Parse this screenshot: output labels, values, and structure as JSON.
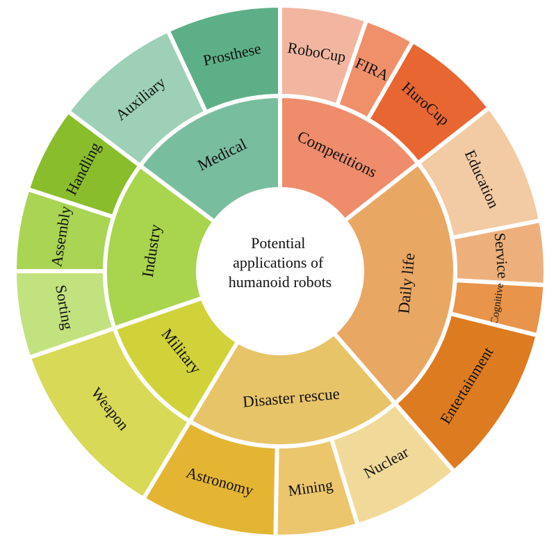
{
  "center_label": [
    "Potential",
    "applications of",
    "humanoid robots"
  ],
  "chart_data": {
    "type": "sunburst",
    "unit": "degrees of arc (clockwise from top)",
    "inner": [
      {
        "label": "Competitions",
        "start": 0,
        "end": 52,
        "color": "#ee8c6b"
      },
      {
        "label": "Daily life",
        "start": 52,
        "end": 139,
        "color": "#e9a764"
      },
      {
        "label": "Disaster rescue",
        "start": 139,
        "end": 211,
        "color": "#e8c468"
      },
      {
        "label": "Military",
        "start": 211,
        "end": 251,
        "color": "#d1d23a"
      },
      {
        "label": "Industry",
        "start": 251,
        "end": 307,
        "color": "#a9d44d"
      },
      {
        "label": "Medical",
        "start": 307,
        "end": 360,
        "color": "#79bd9f"
      }
    ],
    "outer": [
      {
        "label": "RoboCup",
        "parent": "Competitions",
        "start": 0,
        "end": 19,
        "color": "#f2b6a0"
      },
      {
        "label": "FIRA",
        "parent": "Competitions",
        "start": 19,
        "end": 30,
        "color": "#ef906b"
      },
      {
        "label": "HuroCup",
        "parent": "Competitions",
        "start": 30,
        "end": 52,
        "color": "#e76632"
      },
      {
        "label": "Education",
        "parent": "Daily life",
        "start": 52,
        "end": 79,
        "color": "#f2cba4"
      },
      {
        "label": "Service",
        "parent": "Daily life",
        "start": 79,
        "end": 93,
        "color": "#edb07c"
      },
      {
        "label": "Cognitive",
        "parent": "Daily life",
        "start": 93,
        "end": 104,
        "color": "#e8944a",
        "small": true
      },
      {
        "label": "Entertainment",
        "parent": "Daily life",
        "start": 104,
        "end": 139,
        "color": "#dd7b21"
      },
      {
        "label": "Nuclear",
        "parent": "Disaster rescue",
        "start": 139,
        "end": 163,
        "color": "#f1da99"
      },
      {
        "label": "Mining",
        "parent": "Disaster rescue",
        "start": 163,
        "end": 181,
        "color": "#ecc66d"
      },
      {
        "label": "Astronomy",
        "parent": "Disaster rescue",
        "start": 181,
        "end": 211,
        "color": "#e3b532"
      },
      {
        "label": "Weapon",
        "parent": "Military",
        "start": 211,
        "end": 251,
        "color": "#d8d956"
      },
      {
        "label": "Sorting",
        "parent": "Industry",
        "start": 251,
        "end": 270,
        "color": "#c2e27f"
      },
      {
        "label": "Assembly",
        "parent": "Industry",
        "start": 270,
        "end": 288,
        "color": "#a9d454"
      },
      {
        "label": "Handling",
        "parent": "Industry",
        "start": 288,
        "end": 307,
        "color": "#8abd2c"
      },
      {
        "label": "Auxiliary",
        "parent": "Medical",
        "start": 307,
        "end": 335,
        "color": "#9dd0b6"
      },
      {
        "label": "Prosthese",
        "parent": "Medical",
        "start": 335,
        "end": 360,
        "color": "#5daf88"
      }
    ]
  }
}
